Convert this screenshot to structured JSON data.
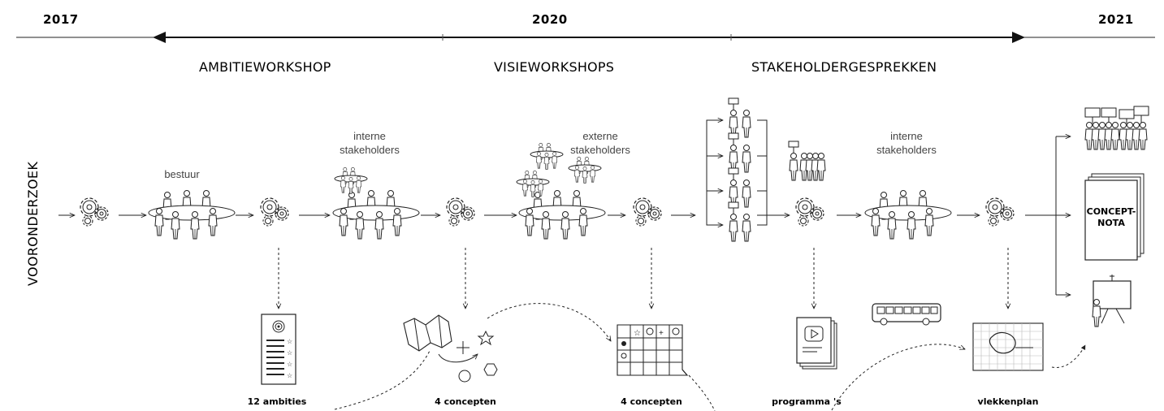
{
  "timeline": {
    "years": [
      "2017",
      "2020",
      "2021"
    ],
    "phases": [
      "AMBITIEWORKSHOP",
      "VISIEWORKSHOPS",
      "STAKEHOLDERGESPREKKEN"
    ]
  },
  "side_label": "VOORONDERZOEK",
  "labels": {
    "bestuur": "bestuur",
    "internal1_a": "interne",
    "internal1_b": "stakeholders",
    "external_a": "externe",
    "external_b": "stakeholders",
    "internal2_a": "interne",
    "internal2_b": "stakeholders"
  },
  "outputs": [
    "12 ambities",
    "4 concepten",
    "4 concepten",
    "programma 's",
    "vlekkenplan"
  ],
  "nota": {
    "line1": "CONCEPT-",
    "line2": "NOTA"
  },
  "icons": [
    "gear-icon",
    "people-table-icon",
    "document-icon",
    "map-icon",
    "grid-icon",
    "book-icon",
    "bus-icon",
    "plan-icon",
    "presentation-icon",
    "crowd-icon"
  ]
}
